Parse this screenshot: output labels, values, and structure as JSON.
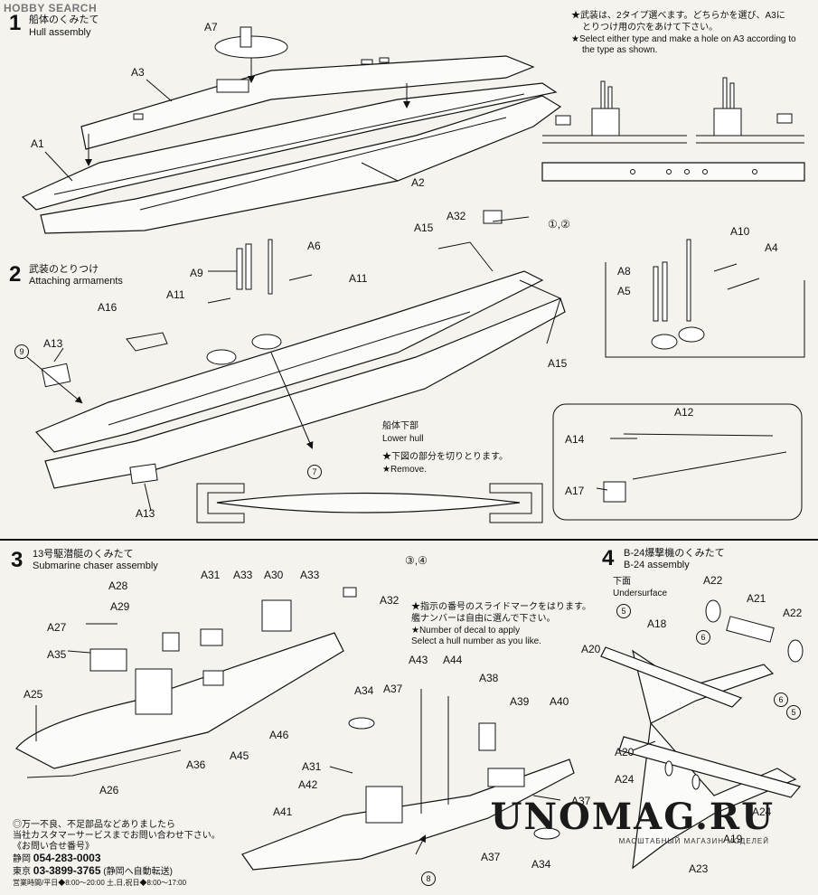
{
  "watermark": {
    "site": "HOBBY SEARCH",
    "big": "UNOMAG.RU",
    "sub": "МАСШТАБНЫЙ МАГАЗИН МОДЕЛЕЙ"
  },
  "step1": {
    "num": "1",
    "jp": "船体のくみたて",
    "en": "Hull assembly",
    "labels": {
      "a7": "A7",
      "a3": "A3",
      "a1": "A1",
      "a2": "A2"
    },
    "note_jp1": "★武装は、2タイプ選べます。どちらかを選び、A3に",
    "note_jp2": "とりつけ用の穴をあけて下さい。",
    "note_en1": "★Select either type and make a hole on A3 according to",
    "note_en2": "the type as shown."
  },
  "step2": {
    "num": "2",
    "jp": "武装のとりつけ",
    "en": "Attaching armaments",
    "labels": {
      "a32": "A32",
      "ref12": "①,②",
      "a15a": "A15",
      "a15b": "A15",
      "a6": "A6",
      "a9": "A9",
      "a11a": "A11",
      "a11b": "A11",
      "a16": "A16",
      "a13a": "A13",
      "a13b": "A13",
      "a10": "A10",
      "a4": "A4",
      "a8": "A8",
      "a5": "A5",
      "a12": "A12",
      "a14": "A14",
      "a17": "A17"
    },
    "c9": "9",
    "c7": "7",
    "lower_hull_jp": "船体下部",
    "lower_hull_en": "Lower hull",
    "remove_jp": "★下図の部分を切りとります。",
    "remove_en": "★Remove."
  },
  "step3": {
    "num": "3",
    "jp": "13号駆潜艇のくみたて",
    "en": "Submarine chaser assembly",
    "labels": {
      "a28": "A28",
      "a31": "A31",
      "a33a": "A33",
      "a30": "A30",
      "a33b": "A33",
      "a32": "A32",
      "a29": "A29",
      "a27": "A27",
      "a35": "A35",
      "a25": "A25",
      "a36": "A36",
      "a45": "A45",
      "a46": "A46",
      "a26": "A26",
      "a43": "A43",
      "a44": "A44",
      "a38": "A38",
      "a34a": "A34",
      "a37a": "A37",
      "a39": "A39",
      "a40": "A40",
      "a31b": "A31",
      "a42": "A42",
      "a41": "A41",
      "a37b": "A37",
      "a37c": "A37",
      "a34b": "A34"
    },
    "ref34": "③,④",
    "c8": "8",
    "decal_jp1": "★指示の番号のスライドマークをはります。",
    "decal_jp2": "艦ナンバーは自由に選んで下さい。",
    "decal_en1": "★Number of decal to apply",
    "decal_en2": "Select a hull number as you like."
  },
  "step4": {
    "num": "4",
    "jp": "B-24爆撃機のくみたて",
    "en": "B-24 assembly",
    "under_jp": "下面",
    "under_en": "Undersurface",
    "labels": {
      "a22a": "A22",
      "a21": "A21",
      "a22b": "A22",
      "a18": "A18",
      "a20a": "A20",
      "a20b": "A20",
      "a24a": "A24",
      "a24b": "A24",
      "a19": "A19",
      "a23": "A23"
    },
    "c5a": "5",
    "c6a": "6",
    "c6b": "6",
    "c5b": "5"
  },
  "contact": {
    "line1": "◎万一不良、不足部品などありましたら",
    "line2": "当社カスタマーサービスまでお問い合わせ下さい。",
    "line3": "《お問い合せ番号》",
    "shizuoka_label": "静岡",
    "shizuoka_num": "054-283-0003",
    "tokyo_label": "東京",
    "tokyo_num": "03-3899-3765",
    "tokyo_note": "(静岡へ自動転送)",
    "hours": "営業時間/平日◆8:00～20:00 土,日,祝日◆8:00～17:00"
  }
}
